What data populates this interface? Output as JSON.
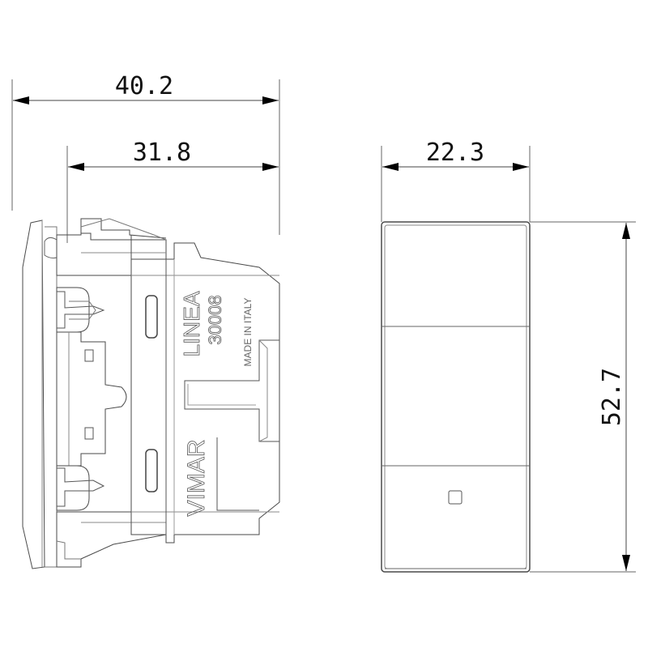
{
  "drawing": {
    "title": "Vimar Linea 30008 dimensional drawing",
    "units": "mm",
    "line_color": "#4a4a4a",
    "text_color": "#111111"
  },
  "dimensions": {
    "overall_depth": "40.2",
    "body_depth": "31.8",
    "width": "22.3",
    "height": "52.7"
  },
  "side_view": {
    "brand_text": "VIMAR",
    "series_text": "LINEA",
    "model_code": "30008",
    "origin_text": "MADE IN ITALY"
  },
  "front_view": {
    "indicator": "square-indicator"
  }
}
